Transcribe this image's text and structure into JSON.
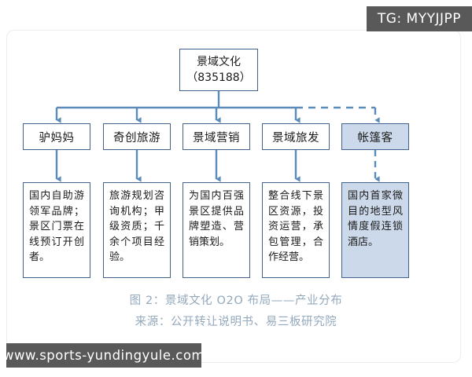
{
  "watermarks": {
    "telegram_badge": "TG: MYYJJPP",
    "site_badge": "www.sports-yundingyule.com"
  },
  "diagram": {
    "root": {
      "name": "景域文化",
      "code": "（835188）"
    },
    "columns": [
      {
        "unit": "驴妈妈",
        "description": "国内自助游领军品牌；景区门票在线预订开创者。",
        "highlight": false,
        "link_style": "solid"
      },
      {
        "unit": "奇创旅游",
        "description": "旅游规划咨询机构；甲级资质；千余个项目经验。",
        "highlight": false,
        "link_style": "solid"
      },
      {
        "unit": "景域营销",
        "description": "为国内百强景区提供品牌塑造、营销策划。",
        "highlight": false,
        "link_style": "solid"
      },
      {
        "unit": "景域旅发",
        "description": "整合线下景区资源，投资运营，承包管理，合作经营。",
        "highlight": false,
        "link_style": "solid"
      },
      {
        "unit": "帐篷客",
        "description": "国内首家微目的地型风情度假连锁酒店。",
        "highlight": true,
        "link_style": "dashed"
      }
    ]
  },
  "captions": {
    "title": "图 2：景域文化 O2O 布局——产业分布",
    "source": "来源：公开转让说明书、易三板研究院"
  },
  "colors": {
    "connector": "#5b8bb8",
    "node_border": "#41628c",
    "highlight_fill": "#ccd9ea",
    "caption_text": "#93a9bd",
    "badge_bg": "#595959",
    "frame_border": "#eceded"
  }
}
